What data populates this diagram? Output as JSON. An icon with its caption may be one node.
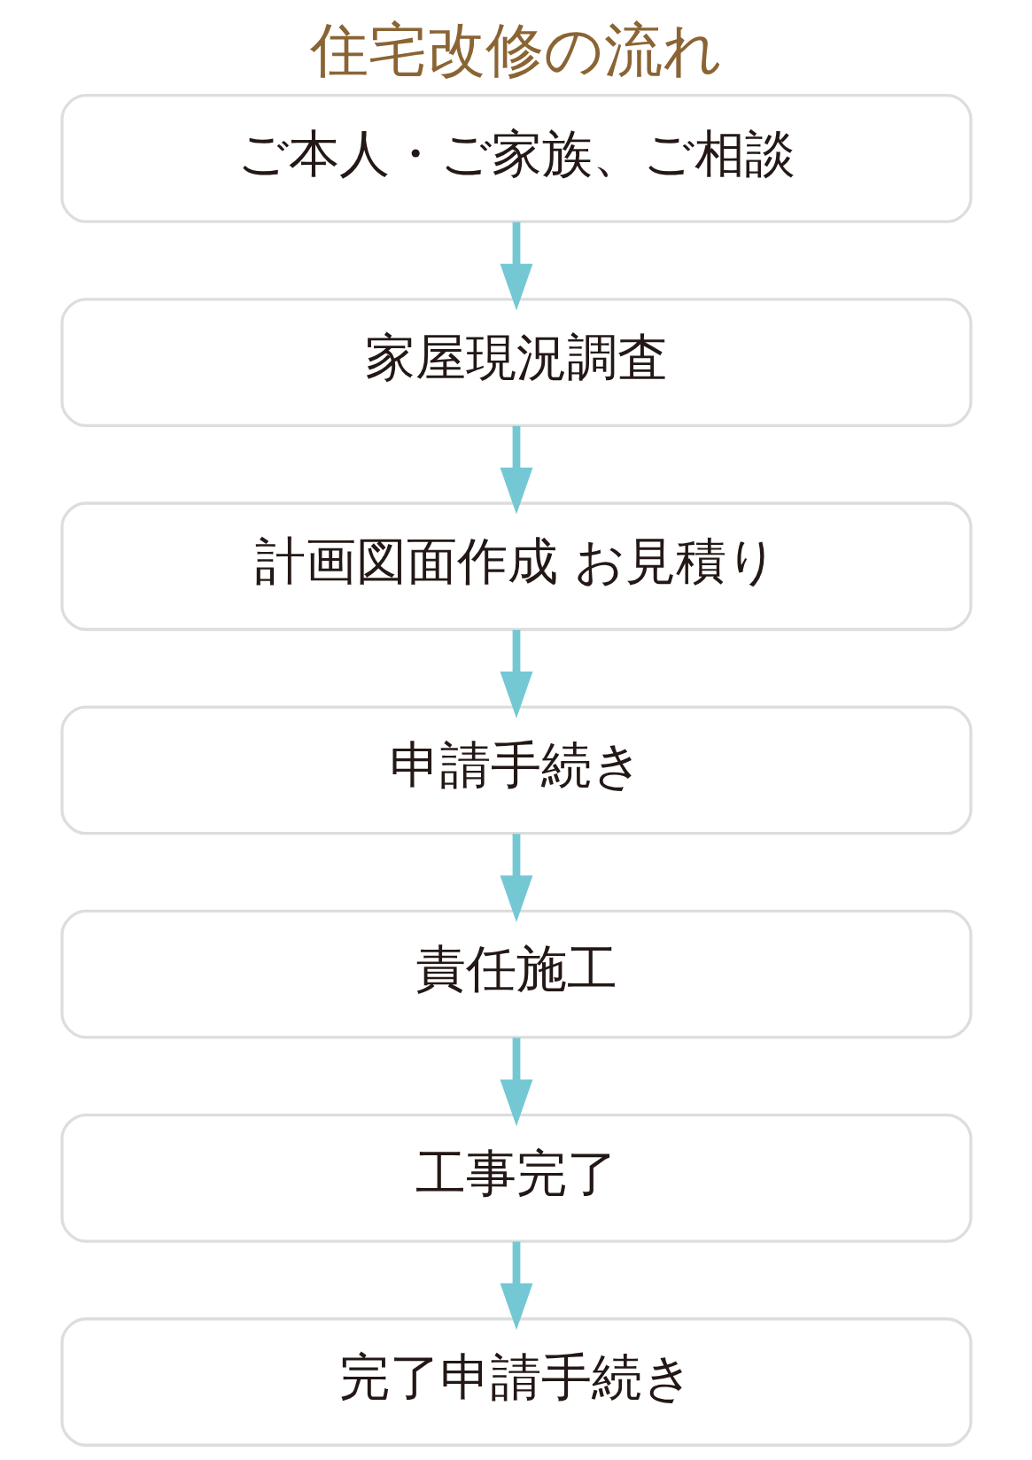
{
  "diagram": {
    "title": "住宅改修の流れ",
    "nodes": [
      {
        "text": [
          "ご本人・ご家族、ご相談"
        ]
      },
      {
        "text": [
          "家屋現況調査"
        ]
      },
      {
        "text": [
          "計画図面作成 お見積り"
        ]
      },
      {
        "text": [
          "申請手続き"
        ]
      },
      {
        "text": [
          "責任施工"
        ]
      },
      {
        "text": [
          "工事完了"
        ]
      },
      {
        "text": [
          "完了申請手続き"
        ]
      }
    ],
    "edges": [
      {
        "from": 0,
        "to": 1,
        "arrow": "to"
      },
      {
        "from": 1,
        "to": 2,
        "arrow": "to"
      },
      {
        "from": 2,
        "to": 3,
        "arrow": "to"
      },
      {
        "from": 3,
        "to": 4,
        "arrow": "to"
      },
      {
        "from": 4,
        "to": 5,
        "arrow": "to"
      },
      {
        "from": 5,
        "to": 6,
        "arrow": "to"
      }
    ]
  }
}
